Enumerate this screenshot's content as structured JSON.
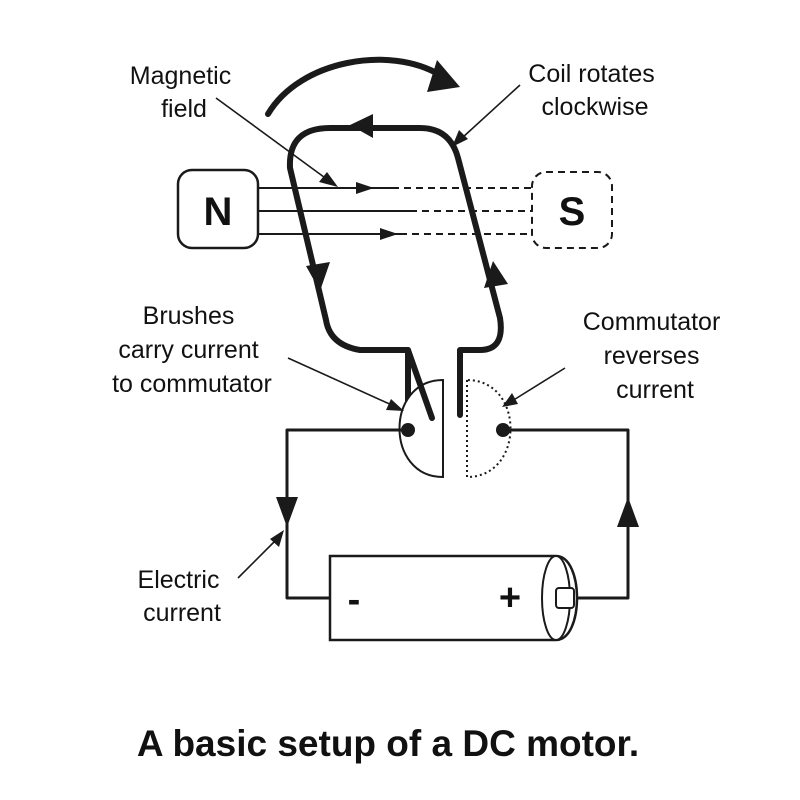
{
  "labels": {
    "magnetic_field": [
      "Magnetic",
      "field"
    ],
    "coil_rotates": [
      "Coil rotates",
      "clockwise"
    ],
    "brushes": [
      "Brushes",
      "carry current",
      "to commutator"
    ],
    "commutator": [
      "Commutator",
      "reverses",
      "current"
    ],
    "electric_current": [
      "Electric",
      "current"
    ]
  },
  "poles": {
    "north": "N",
    "south": "S"
  },
  "battery": {
    "negative": "-",
    "positive": "+"
  },
  "title": "A basic setup of a DC motor.",
  "icons": [
    "rotation-arrow-icon",
    "current-direction-arrow-icon",
    "battery-icon"
  ],
  "colors": {
    "ink": "#1a1a1a",
    "background": "#ffffff"
  }
}
